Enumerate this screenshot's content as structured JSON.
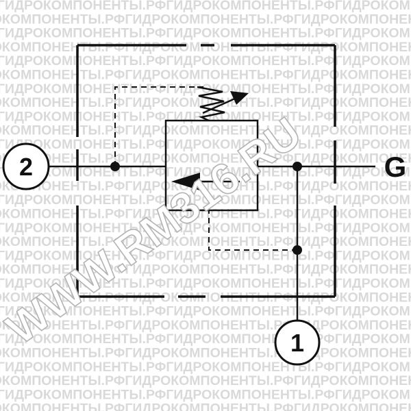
{
  "watermark": {
    "row_text": "ГИДРОКОМПОНЕНТЫ.РФГИДРОКОМПОНЕНТЫ.РФГИДРОКОМПОНЕНТЫ.РФГИДРОКОМПОНЕНТЫ.РФ",
    "diagonal_text": "WWW.RM316.RU"
  },
  "ports": {
    "port_2": "2",
    "port_1": "1",
    "port_g": "G"
  },
  "colors": {
    "line": "#111111",
    "watermark_text": "#d9d9d9",
    "watermark_outline": "#b3b3b3",
    "background": "#ffffff"
  }
}
